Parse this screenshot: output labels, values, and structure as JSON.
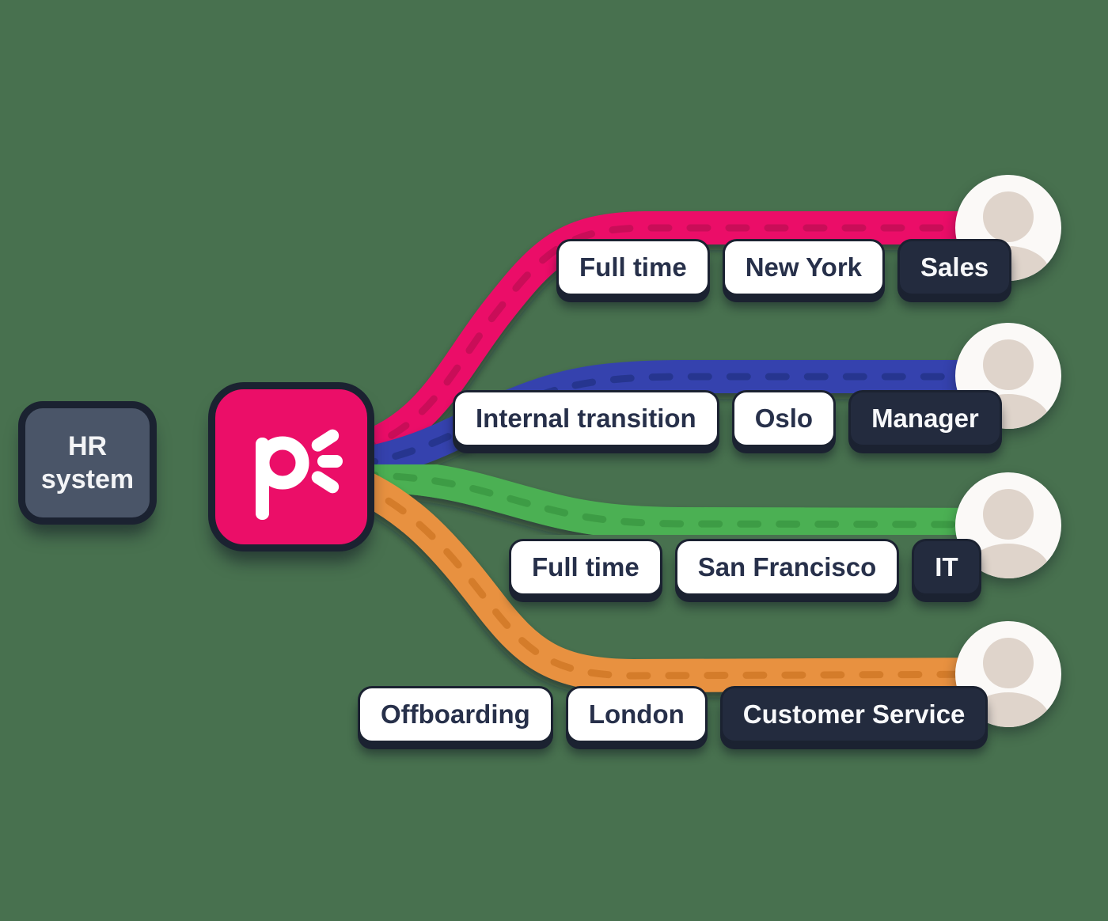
{
  "theme": {
    "bg": "#48714F",
    "outline": "#1B2231",
    "box-slate": "#4A5568",
    "slate-dash": "#333E54",
    "pink": "#EB0E68",
    "blue": "#3443AE",
    "green": "#4CB052",
    "orange": "#E89140",
    "tag-light-bg": "#FFFFFF",
    "tag-text": "#27304A",
    "tag-dark-bg": "#232B3E",
    "tag-dark-text": "#F7F8FA",
    "avatar-bg": "#FBF9F7",
    "avatar-silhouette": "#DFD4CB"
  },
  "source_box": {
    "label": "HR system",
    "fill": "#4A5568"
  },
  "hub": {
    "brand": "personio",
    "fill": "#EB0E68",
    "logo": "personio-p-with-rays"
  },
  "branches": [
    {
      "id": "sales",
      "color": "#EB0E68",
      "dash": "#C90B58",
      "tags": [
        {
          "label": "Full time",
          "variant": "light"
        },
        {
          "label": "New York",
          "variant": "light"
        },
        {
          "label": "Sales",
          "variant": "dark"
        }
      ]
    },
    {
      "id": "manager",
      "color": "#3443AE",
      "dash": "#28368F",
      "tags": [
        {
          "label": "Internal transition",
          "variant": "light"
        },
        {
          "label": "Oslo",
          "variant": "light"
        },
        {
          "label": "Manager",
          "variant": "dark"
        }
      ]
    },
    {
      "id": "it",
      "color": "#4CB052",
      "dash": "#3E9C44",
      "tags": [
        {
          "label": "Full time",
          "variant": "light"
        },
        {
          "label": "San Francisco",
          "variant": "light"
        },
        {
          "label": "IT",
          "variant": "dark"
        }
      ]
    },
    {
      "id": "customer-service",
      "color": "#E89140",
      "dash": "#D47C2C",
      "tags": [
        {
          "label": "Offboarding",
          "variant": "light"
        },
        {
          "label": "London",
          "variant": "light"
        },
        {
          "label": "Customer Service",
          "variant": "dark"
        }
      ]
    }
  ]
}
